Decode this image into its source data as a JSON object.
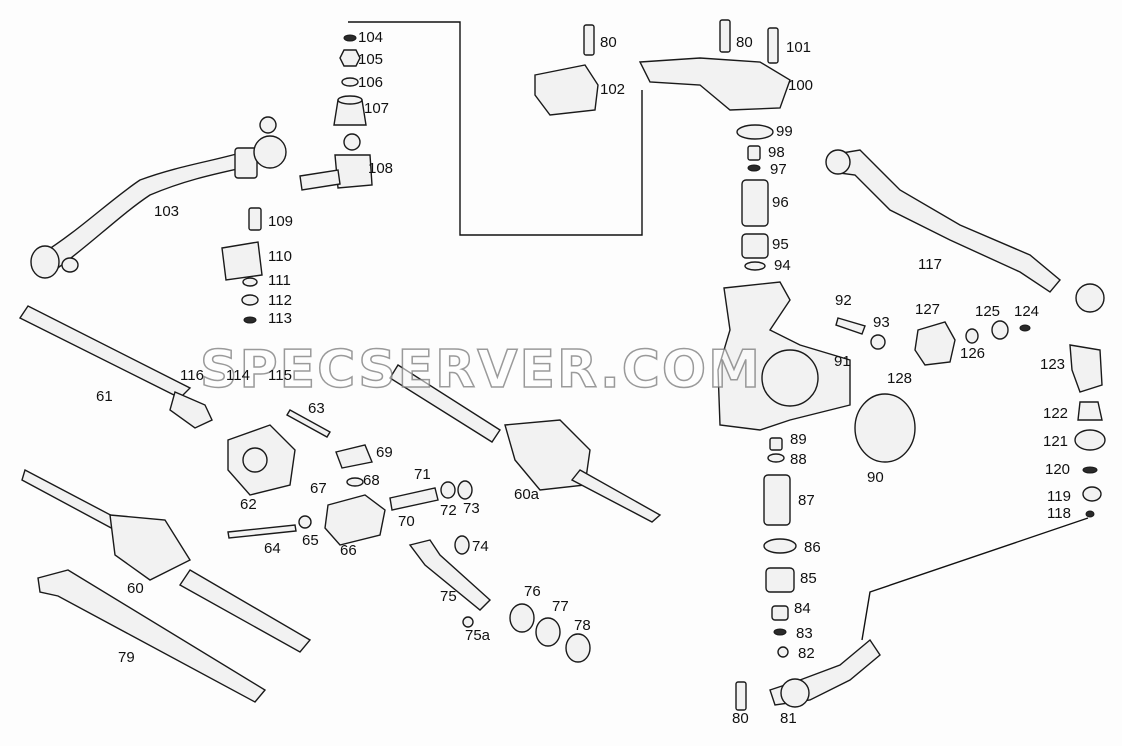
{
  "watermark": "SPECSERVER.COM",
  "callouts": [
    {
      "id": "104",
      "text": "104"
    },
    {
      "id": "105",
      "text": "105"
    },
    {
      "id": "106",
      "text": "106"
    },
    {
      "id": "107",
      "text": "107"
    },
    {
      "id": "108",
      "text": "108"
    },
    {
      "id": "103",
      "text": "103"
    },
    {
      "id": "109",
      "text": "109"
    },
    {
      "id": "110",
      "text": "110"
    },
    {
      "id": "111",
      "text": "111"
    },
    {
      "id": "112",
      "text": "112"
    },
    {
      "id": "113",
      "text": "113"
    },
    {
      "id": "116",
      "text": "116"
    },
    {
      "id": "114",
      "text": "114"
    },
    {
      "id": "115",
      "text": "115"
    },
    {
      "id": "61",
      "text": "61"
    },
    {
      "id": "63",
      "text": "63"
    },
    {
      "id": "62",
      "text": "62"
    },
    {
      "id": "69",
      "text": "69"
    },
    {
      "id": "67",
      "text": "67"
    },
    {
      "id": "68",
      "text": "68"
    },
    {
      "id": "71",
      "text": "71"
    },
    {
      "id": "72",
      "text": "72"
    },
    {
      "id": "73",
      "text": "73"
    },
    {
      "id": "70",
      "text": "70"
    },
    {
      "id": "66",
      "text": "66"
    },
    {
      "id": "65",
      "text": "65"
    },
    {
      "id": "64",
      "text": "64"
    },
    {
      "id": "60",
      "text": "60"
    },
    {
      "id": "79",
      "text": "79"
    },
    {
      "id": "74",
      "text": "74"
    },
    {
      "id": "75",
      "text": "75"
    },
    {
      "id": "75a",
      "text": "75a"
    },
    {
      "id": "76",
      "text": "76"
    },
    {
      "id": "77",
      "text": "77"
    },
    {
      "id": "78",
      "text": "78"
    },
    {
      "id": "60a",
      "text": "60a"
    },
    {
      "id": "80a",
      "text": "80"
    },
    {
      "id": "102",
      "text": "102"
    },
    {
      "id": "80b",
      "text": "80"
    },
    {
      "id": "101",
      "text": "101"
    },
    {
      "id": "100",
      "text": "100"
    },
    {
      "id": "99",
      "text": "99"
    },
    {
      "id": "98",
      "text": "98"
    },
    {
      "id": "97",
      "text": "97"
    },
    {
      "id": "96",
      "text": "96"
    },
    {
      "id": "95",
      "text": "95"
    },
    {
      "id": "94",
      "text": "94"
    },
    {
      "id": "92",
      "text": "92"
    },
    {
      "id": "93",
      "text": "93"
    },
    {
      "id": "91",
      "text": "91"
    },
    {
      "id": "128",
      "text": "128"
    },
    {
      "id": "127",
      "text": "127"
    },
    {
      "id": "126",
      "text": "126"
    },
    {
      "id": "125",
      "text": "125"
    },
    {
      "id": "124",
      "text": "124"
    },
    {
      "id": "123",
      "text": "123"
    },
    {
      "id": "117",
      "text": "117"
    },
    {
      "id": "122",
      "text": "122"
    },
    {
      "id": "121",
      "text": "121"
    },
    {
      "id": "120",
      "text": "120"
    },
    {
      "id": "119",
      "text": "119"
    },
    {
      "id": "118",
      "text": "118"
    },
    {
      "id": "89",
      "text": "89"
    },
    {
      "id": "88",
      "text": "88"
    },
    {
      "id": "90",
      "text": "90"
    },
    {
      "id": "87",
      "text": "87"
    },
    {
      "id": "86",
      "text": "86"
    },
    {
      "id": "85",
      "text": "85"
    },
    {
      "id": "84",
      "text": "84"
    },
    {
      "id": "83",
      "text": "83"
    },
    {
      "id": "82",
      "text": "82"
    },
    {
      "id": "80c",
      "text": "80"
    },
    {
      "id": "81",
      "text": "81"
    }
  ]
}
